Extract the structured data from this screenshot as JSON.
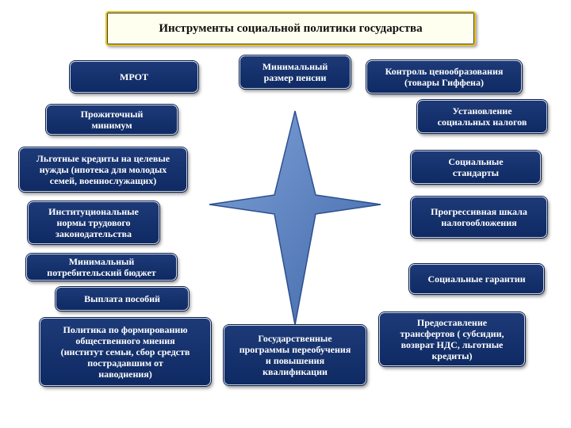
{
  "title": "Инструменты социальной политики государства",
  "nodes": {
    "mrot": "МРОТ",
    "min_pension": "Минимальный\nразмер пенсии",
    "price_control": "Контроль ценообразования\n(товары Гиффена)",
    "subsistence": "Прожиточный\nминимум",
    "social_taxes": "Установление\nсоциальных налогов",
    "credits": "Льготные кредиты на целевые\nнужды (ипотека для молодых\nсемей, военнослужащих)",
    "social_standards": "Социальные\nстандарты",
    "labor_law": "Институциональные\nнормы трудового\nзаконодательства",
    "progressive_tax": "Прогрессивная шкала\nналогообложения",
    "consumer_budget": "Минимальный\nпотребительский бюджет",
    "social_guarantees": "Социальные гарантии",
    "benefits": "Выплата пособий",
    "public_opinion": "Политика по формированию\nобщественного мнения\n(институт семьи, сбор средств\nпострадавшим от\nнаводнения)",
    "retraining": "Государственные\nпрограммы переобучения\nи повышения\nквалификации",
    "transfers": "Предоставление\nтрансфертов ( субсидии,\nвозврат НДС, льготные\nкредиты)"
  },
  "colors": {
    "box_fill": "#14306b",
    "star_fill": "#5b82c0",
    "title_border": "#e8c21a"
  }
}
